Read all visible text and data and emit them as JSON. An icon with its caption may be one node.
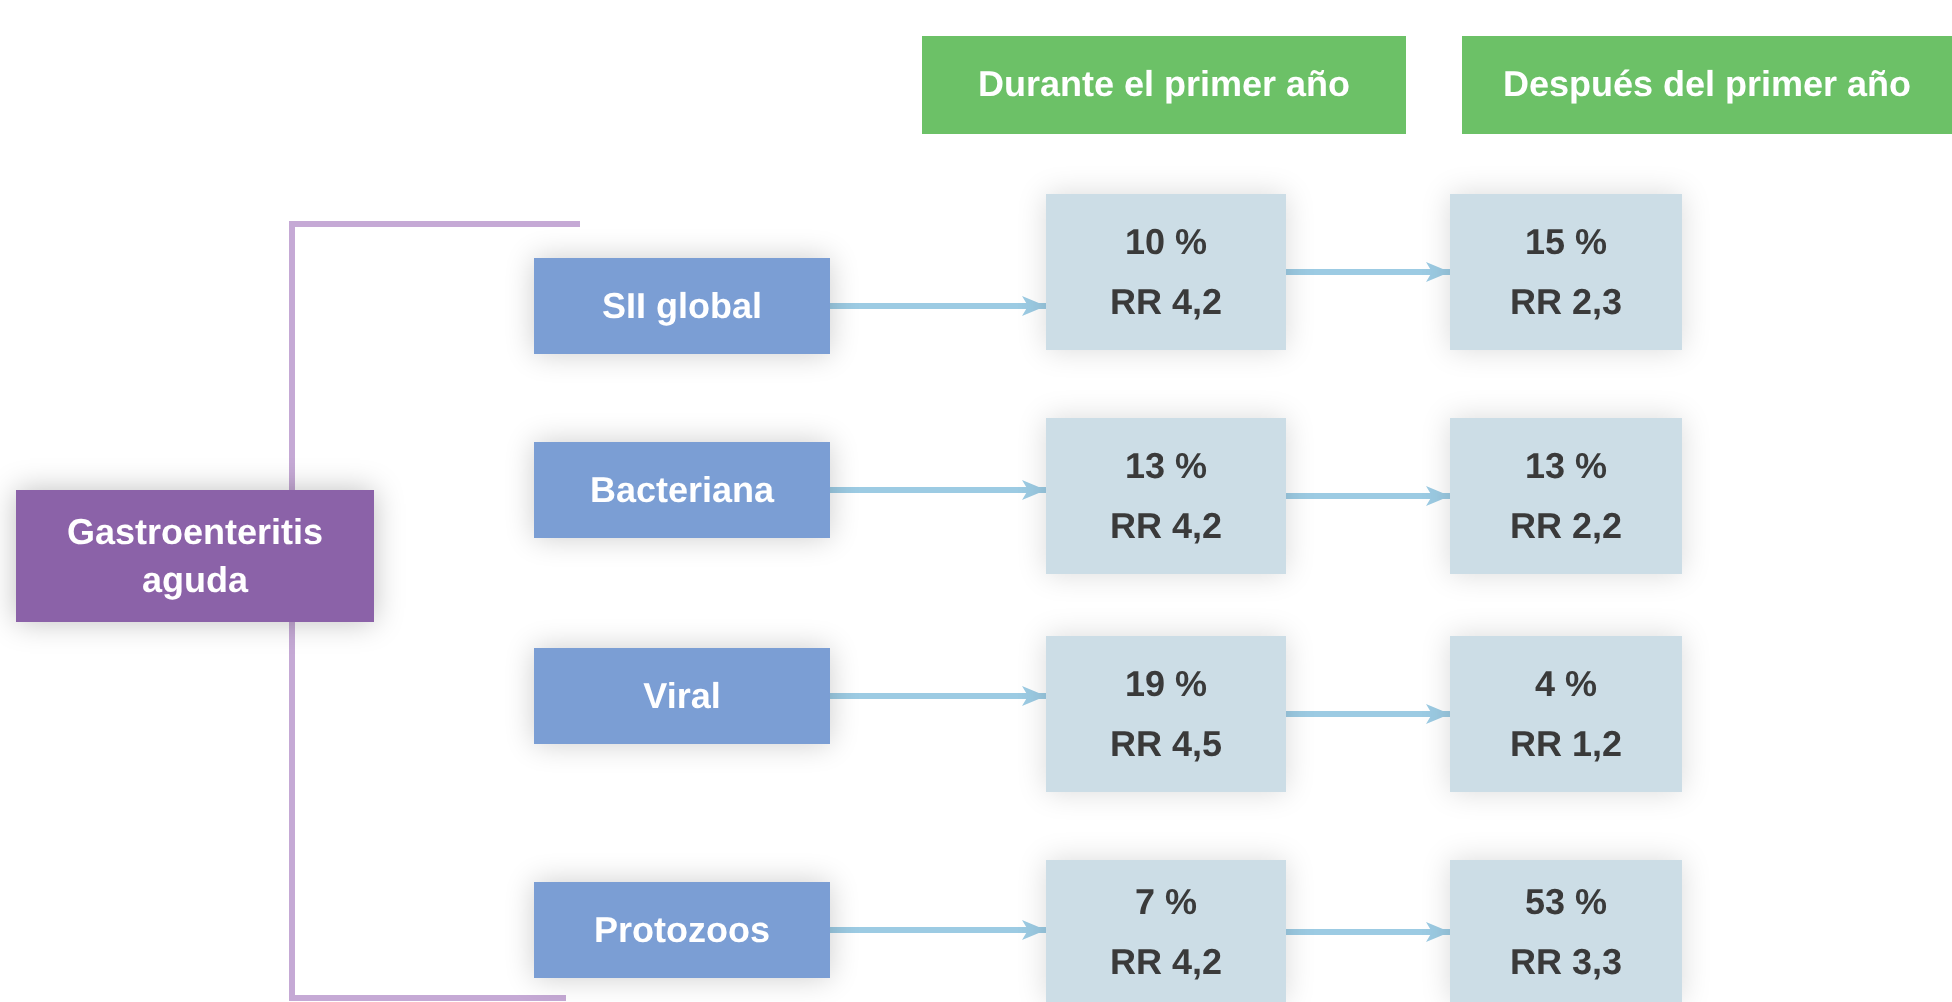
{
  "diagram": {
    "nodes": [
      {
        "text": [
          "Durante el primer año"
        ]
      },
      {
        "text": [
          "Después del primer año"
        ]
      },
      {
        "text": [
          "Gastroenteritis aguda"
        ]
      },
      {
        "text": [
          "SII global"
        ]
      },
      {
        "text": [
          "10 %",
          "RR 4,2"
        ]
      },
      {
        "text": [
          "15 %",
          "RR 2,3"
        ]
      },
      {
        "text": [
          "Bacteriana"
        ]
      },
      {
        "text": [
          "13 %",
          "RR 4,2"
        ]
      },
      {
        "text": [
          "13 %",
          "RR 2,2"
        ]
      },
      {
        "text": [
          "Viral"
        ]
      },
      {
        "text": [
          "19 %",
          "RR 4,5"
        ]
      },
      {
        "text": [
          "4 %",
          "RR 1,2"
        ]
      },
      {
        "text": [
          "Protozoos"
        ]
      },
      {
        "text": [
          "7 %",
          "RR 4,2"
        ]
      },
      {
        "text": [
          "53 %",
          "RR 3,3"
        ]
      }
    ],
    "edges": [
      {
        "from": 3,
        "to": 4,
        "arrow": "to"
      },
      {
        "from": 4,
        "to": 5,
        "arrow": "to"
      },
      {
        "from": 6,
        "to": 7,
        "arrow": "to"
      },
      {
        "from": 7,
        "to": 8,
        "arrow": "to"
      },
      {
        "from": 9,
        "to": 10,
        "arrow": "to"
      },
      {
        "from": 10,
        "to": 11,
        "arrow": "to"
      },
      {
        "from": 12,
        "to": 13,
        "arrow": "to"
      },
      {
        "from": 13,
        "to": 14,
        "arrow": "to"
      }
    ]
  }
}
